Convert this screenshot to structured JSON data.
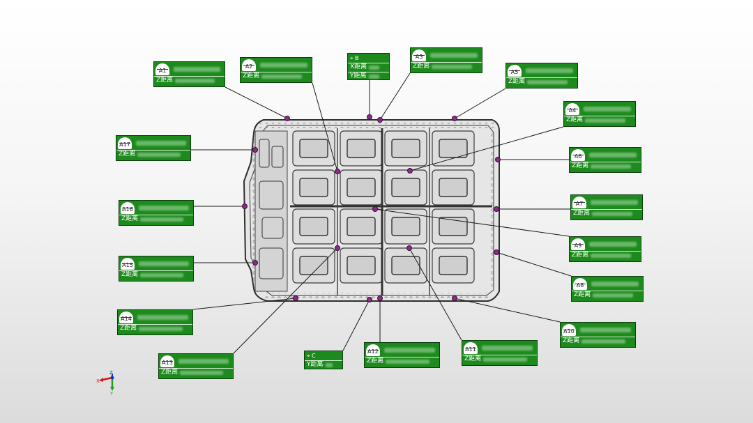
{
  "colors": {
    "callout_fill": "#1d8a1d",
    "callout_border": "#0e3d0e",
    "leader_line": "#1a1a1a",
    "measure_point": "#8b2b8b",
    "part_stroke": "#3a3a3a"
  },
  "axis_triad": {
    "z": "Z",
    "x": "X",
    "y": "Y"
  },
  "callouts": [
    {
      "id": "A1",
      "rows": [
        "Z距离"
      ]
    },
    {
      "id": "A2",
      "rows": [
        "Z距离"
      ]
    },
    {
      "id": "B",
      "icon": "datum-B",
      "rows": [
        "X距离",
        "Y距离"
      ]
    },
    {
      "id": "A3",
      "rows": [
        "Z距离"
      ]
    },
    {
      "id": "A5",
      "rows": [
        "Z距离"
      ]
    },
    {
      "id": "A4",
      "rows": [
        "Z距离"
      ]
    },
    {
      "id": "A17",
      "rows": [
        "Z距离"
      ]
    },
    {
      "id": "A6",
      "rows": [
        "Z距离"
      ]
    },
    {
      "id": "A16",
      "rows": [
        "Z距离"
      ]
    },
    {
      "id": "A7",
      "rows": [
        "Z距离"
      ]
    },
    {
      "id": "A15",
      "rows": [
        "Z距离"
      ]
    },
    {
      "id": "A9",
      "rows": [
        "Z距离"
      ]
    },
    {
      "id": "A8",
      "rows": [
        "Z距离"
      ]
    },
    {
      "id": "A14",
      "rows": [
        "Z距离"
      ]
    },
    {
      "id": "A10",
      "rows": [
        "Z距离"
      ]
    },
    {
      "id": "A13",
      "rows": [
        "Z距离"
      ]
    },
    {
      "id": "C",
      "icon": "datum-C",
      "rows": [
        "Y距离"
      ]
    },
    {
      "id": "A12",
      "rows": [
        "Z距离"
      ]
    },
    {
      "id": "A11",
      "rows": [
        "Z距离"
      ]
    }
  ]
}
